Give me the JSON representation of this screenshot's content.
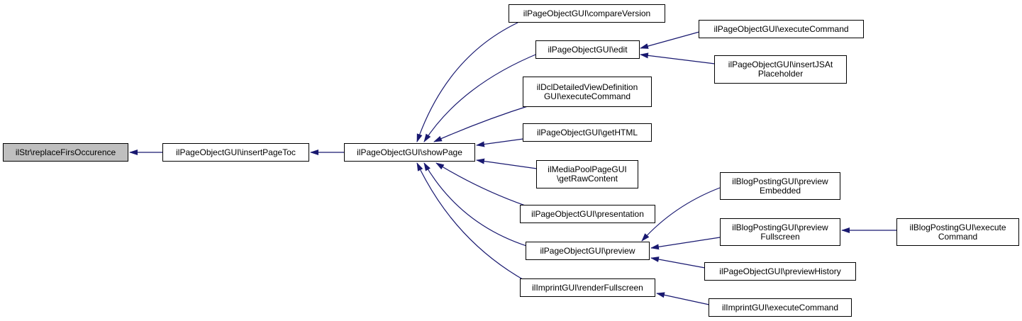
{
  "graph": {
    "edge_color": "#191970",
    "current_fill": "#bfbfbf",
    "nodes": [
      {
        "id": "n0",
        "label": "ilStr\\replaceFirsOccurence",
        "current": true
      },
      {
        "id": "n1",
        "label": "ilPageObjectGUI\\insertPageToc"
      },
      {
        "id": "n2",
        "label": "ilPageObjectGUI\\showPage"
      },
      {
        "id": "n3",
        "label": "ilPageObjectGUI\\compareVersion"
      },
      {
        "id": "n4",
        "label": "ilPageObjectGUI\\edit"
      },
      {
        "id": "n5",
        "label": "ilDclDetailedViewDefinition\nGUI\\executeCommand"
      },
      {
        "id": "n6",
        "label": "ilPageObjectGUI\\getHTML"
      },
      {
        "id": "n7",
        "label": "ilMediaPoolPageGUI\n\\getRawContent"
      },
      {
        "id": "n8",
        "label": "ilPageObjectGUI\\presentation"
      },
      {
        "id": "n9",
        "label": "ilPageObjectGUI\\preview"
      },
      {
        "id": "n10",
        "label": "ilImprintGUI\\renderFullscreen"
      },
      {
        "id": "n11",
        "label": "ilPageObjectGUI\\executeCommand"
      },
      {
        "id": "n12",
        "label": "ilPageObjectGUI\\insertJSAt\nPlaceholder"
      },
      {
        "id": "n13",
        "label": "ilBlogPostingGUI\\preview\nEmbedded"
      },
      {
        "id": "n14",
        "label": "ilBlogPostingGUI\\preview\nFullscreen"
      },
      {
        "id": "n15",
        "label": "ilPageObjectGUI\\previewHistory"
      },
      {
        "id": "n16",
        "label": "ilImprintGUI\\executeCommand"
      },
      {
        "id": "n17",
        "label": "ilBlogPostingGUI\\execute\nCommand"
      }
    ],
    "edges": [
      {
        "from": "n1",
        "to": "n0"
      },
      {
        "from": "n2",
        "to": "n1"
      },
      {
        "from": "n3",
        "to": "n2"
      },
      {
        "from": "n4",
        "to": "n2"
      },
      {
        "from": "n5",
        "to": "n2"
      },
      {
        "from": "n6",
        "to": "n2"
      },
      {
        "from": "n7",
        "to": "n2"
      },
      {
        "from": "n8",
        "to": "n2"
      },
      {
        "from": "n9",
        "to": "n2"
      },
      {
        "from": "n10",
        "to": "n2"
      },
      {
        "from": "n11",
        "to": "n4"
      },
      {
        "from": "n12",
        "to": "n4"
      },
      {
        "from": "n13",
        "to": "n9"
      },
      {
        "from": "n14",
        "to": "n9"
      },
      {
        "from": "n15",
        "to": "n9"
      },
      {
        "from": "n16",
        "to": "n10"
      },
      {
        "from": "n17",
        "to": "n14"
      }
    ]
  }
}
